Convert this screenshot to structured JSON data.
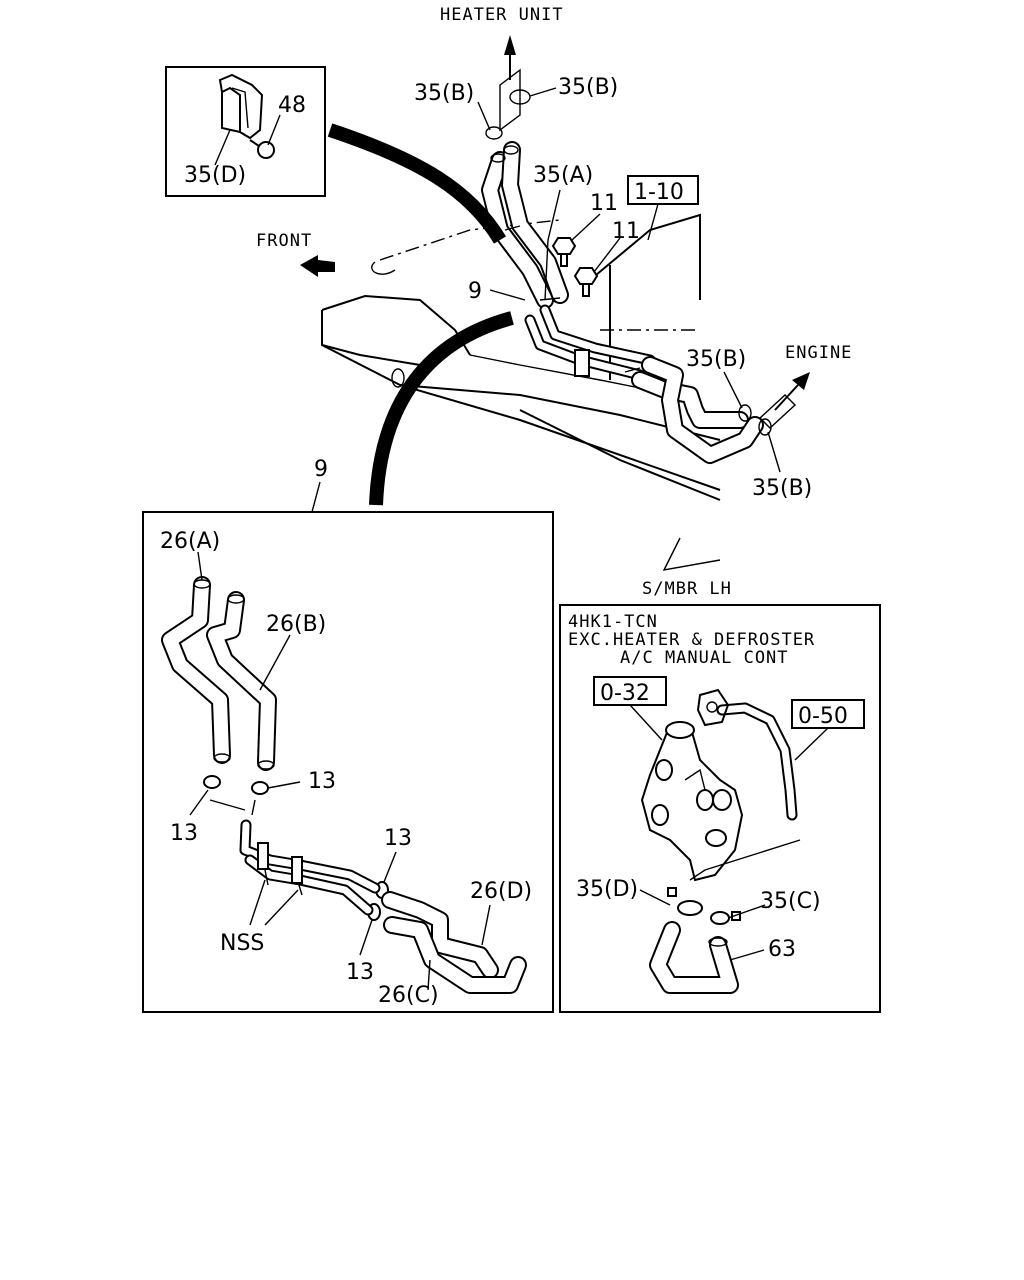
{
  "labels": {
    "heater_unit": "HEATER UNIT",
    "front": "FRONT",
    "engine": "ENGINE",
    "smbr_lh": "S/MBR LH",
    "ref_1_10": "1-10",
    "p9_main": "9",
    "p9_detail": "9",
    "p35a": "35(A)",
    "p35b_1": "35(B)",
    "p35b_2": "35(B)",
    "p35b_3": "35(B)",
    "p35b_4": "35(B)",
    "p11_1": "11",
    "p11_2": "11",
    "p48": "48",
    "p35d_inset": "35(D)",
    "p26a": "26(A)",
    "p26b": "26(B)",
    "p26c": "26(C)",
    "p26d": "26(D)",
    "p13_1": "13",
    "p13_2": "13",
    "p13_3": "13",
    "p13_4": "13",
    "nss": "NSS",
    "variant_line1": "4HK1-TCN",
    "variant_line2": "EXC.HEATER & DEFROSTER",
    "variant_line3": "A/C MANUAL CONT",
    "ref_0_32": "0-32",
    "ref_0_50": "0-50",
    "p35d_variant": "35(D)",
    "p35c": "35(C)",
    "p63": "63"
  }
}
